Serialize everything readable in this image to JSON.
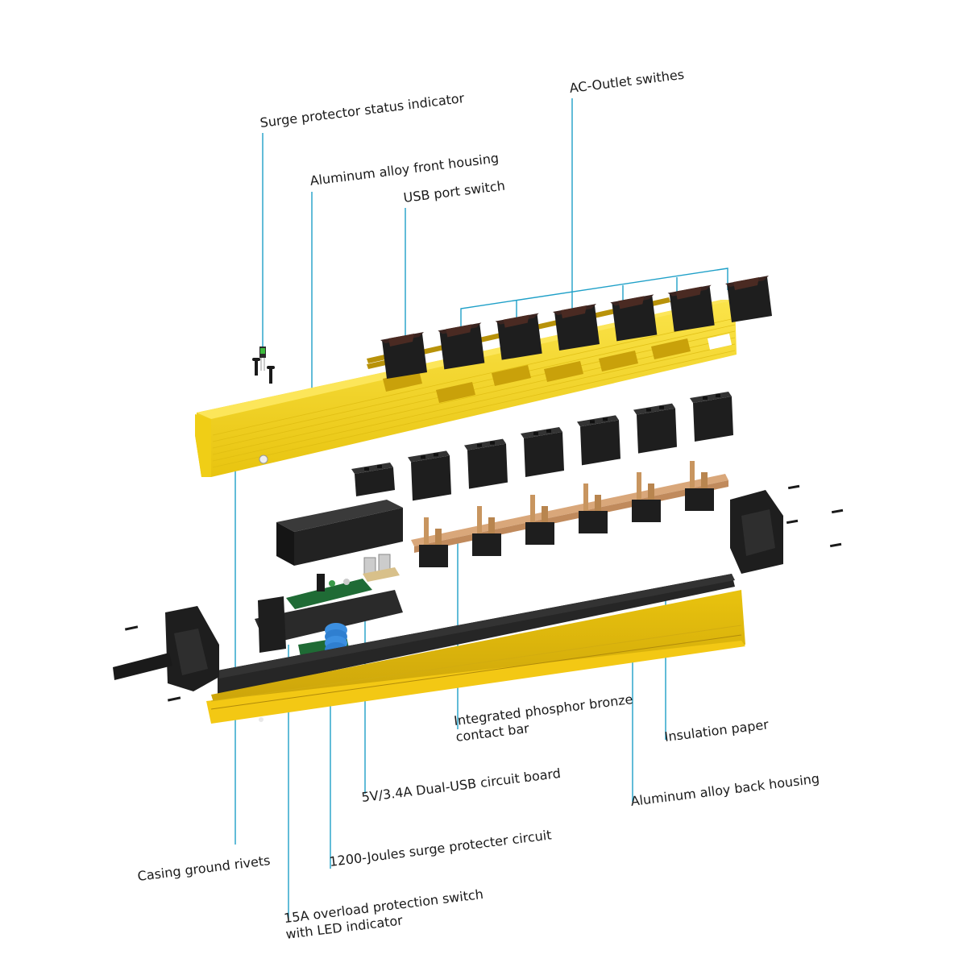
{
  "title": "Exploded view of surge protector power strip",
  "colors": {
    "housing_yellow": "#F7DB1A",
    "housing_shadow": "#D9B90E",
    "component_black": "#1E1E1E",
    "bronze": "#D9A77A",
    "pcb_green": "#1F6B35",
    "varistor_blue": "#3C8FE0",
    "leader_line": "#1FA0C8"
  },
  "components": {
    "switch_count": 7,
    "ac_outlet_switch_count": 6,
    "outlet_count": 7
  },
  "labels": {
    "surge_indicator": "Surge protector status indicator",
    "front_housing": "Aluminum alloy front housing",
    "usb_switch": "USB port switch",
    "ac_switches": "AC-Outlet swithes",
    "contact_bar_1": "Integrated phosphor bronze",
    "contact_bar_2": "contact bar",
    "insulation": "Insulation paper",
    "usb_board": "5V/3.4A Dual-USB circuit board",
    "back_housing": "Aluminum alloy back housing",
    "surge_circuit": "1200-Joules surge protecter circuit",
    "ground_rivets": "Casing ground rivets",
    "overload_1": "15A overload protection switch",
    "overload_2": "with LED indicator"
  }
}
